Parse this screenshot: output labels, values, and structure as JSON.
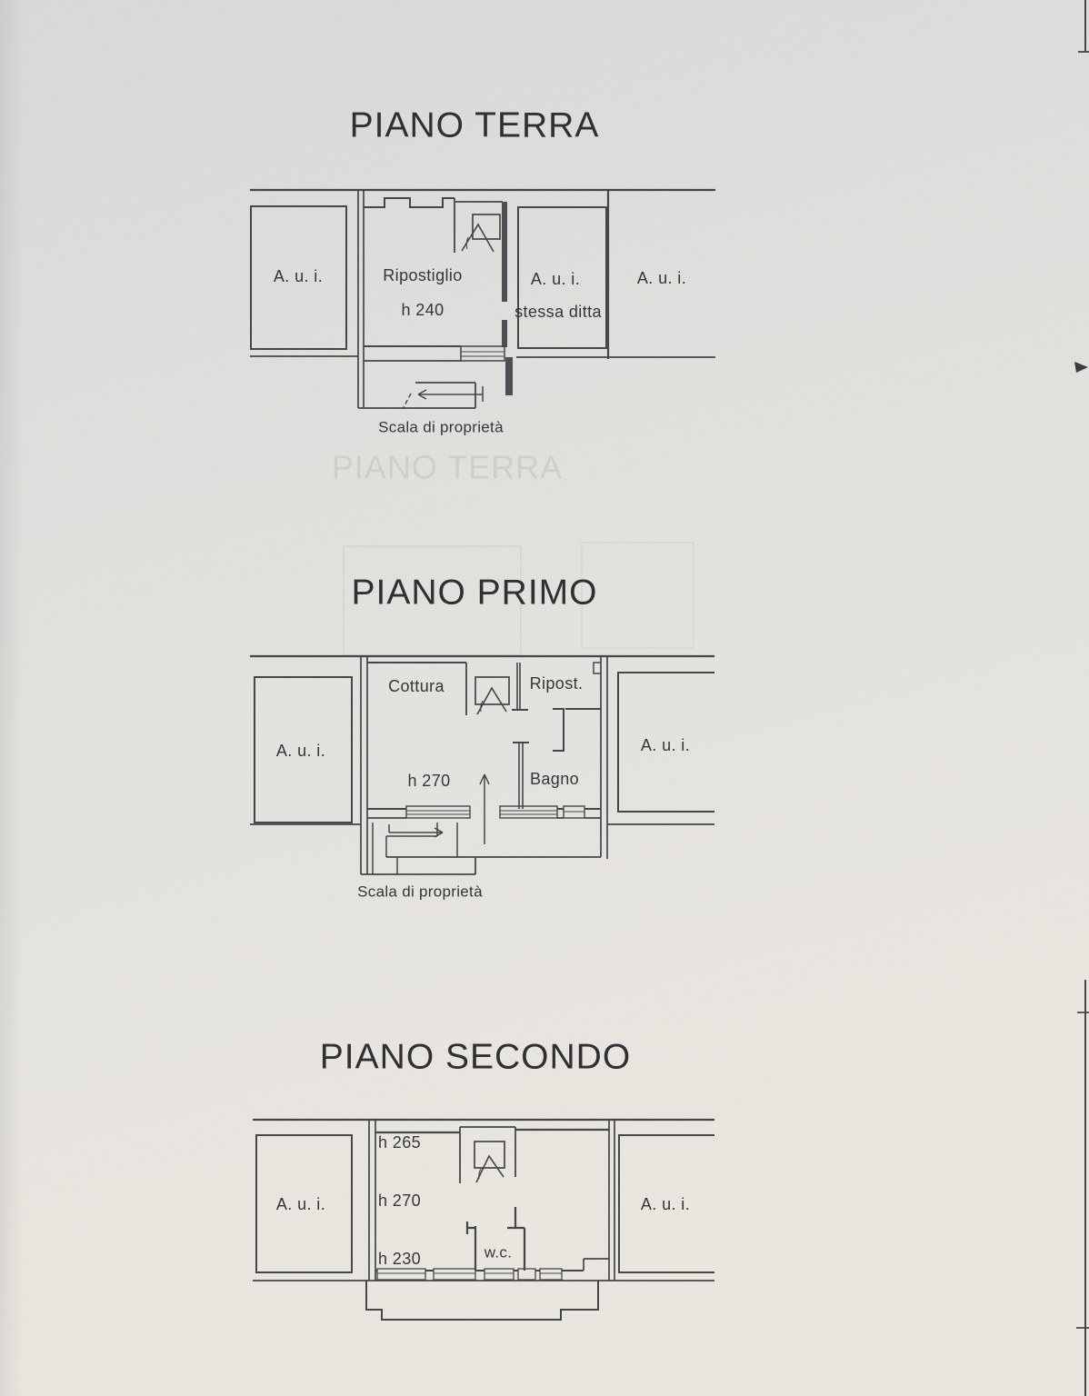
{
  "document": {
    "type": "scanned cadastral floor plan sheet",
    "ghost_bleed_text": "PIANO TERRA"
  },
  "colors": {
    "paper_top": "#dcdddb",
    "paper_bottom": "#ebe8e0",
    "ink": "#45454a",
    "wall_fill": "#4e4e54",
    "text": "#35353a"
  },
  "plans": [
    {
      "title": "PIANO TERRA",
      "labels": {
        "left_unit": "A. u. i.",
        "room": "Ripostiglio",
        "room_height": "h 240",
        "right_unit_line1": "A. u. i.",
        "right_unit_line2": "stessa ditta",
        "far_right_unit": "A. u. i.",
        "stair": "Scala di proprietà"
      }
    },
    {
      "title": "PIANO PRIMO",
      "labels": {
        "left_unit": "A. u. i.",
        "kitchen": "Cottura",
        "storage": "Ripost.",
        "room_height": "h 270",
        "bathroom": "Bagno",
        "right_unit": "A. u. i.",
        "stair": "Scala di proprietà"
      }
    },
    {
      "title": "PIANO SECONDO",
      "labels": {
        "left_unit": "A. u. i.",
        "height_top": "h 265",
        "height_mid": "h 270",
        "height_bottom": "h 230",
        "wc": "w.c.",
        "right_unit": "A. u. i."
      }
    }
  ]
}
